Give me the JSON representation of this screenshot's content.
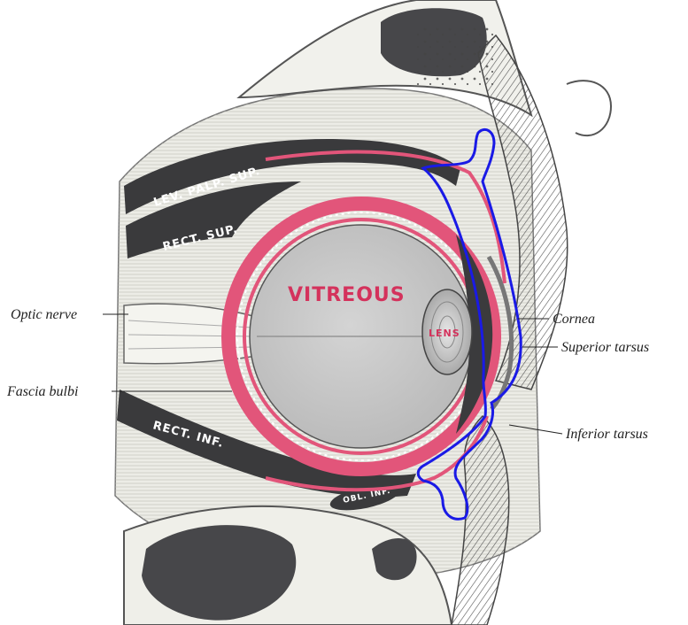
{
  "labels": {
    "optic_nerve": "Optic nerve",
    "fascia_bulbi": "Fascia bulbi",
    "cornea": "Cornea",
    "superior_tarsus": "Superior tarsus",
    "inferior_tarsus": "Inferior tarsus",
    "vitreous": "VITREOUS",
    "lens": "LENS",
    "lev_palp_sup": "LEV. PALP. SUP.",
    "rect_sup": "RECT. SUP.",
    "rect_inf": "RECT. INF.",
    "obl_inf": "OBL. INF."
  },
  "colors": {
    "muscle_dark": "#3a3a3c",
    "vessel_pink": "#e2557a",
    "highlight_outline": "#1a1ae6",
    "globe_gray": "#c8c8c8",
    "tissue_light": "#e9e9e3"
  }
}
